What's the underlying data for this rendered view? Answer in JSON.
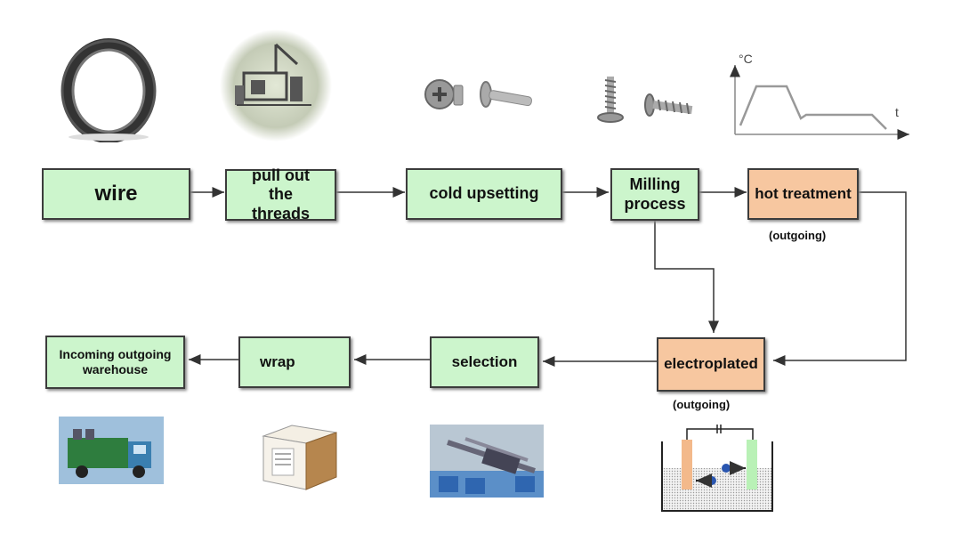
{
  "steps": {
    "wire": "wire",
    "pull_out": "pull out the threads",
    "cold_upsetting": "cold upsetting",
    "milling": "Milling process",
    "hot_treatment": "hot treatment",
    "electroplated": "electroplated",
    "selection": "selection",
    "wrap": "wrap",
    "warehouse": "Incoming outgoing warehouse"
  },
  "notes": {
    "hot_outgoing": "(outgoing)",
    "electro_outgoing": "(outgoing)"
  },
  "heat_graph": {
    "y_label": "°C",
    "x_label": "t"
  },
  "colors": {
    "green_box": "#ccf5cc",
    "orange_box": "#f7c7a0",
    "line": "#333333"
  }
}
